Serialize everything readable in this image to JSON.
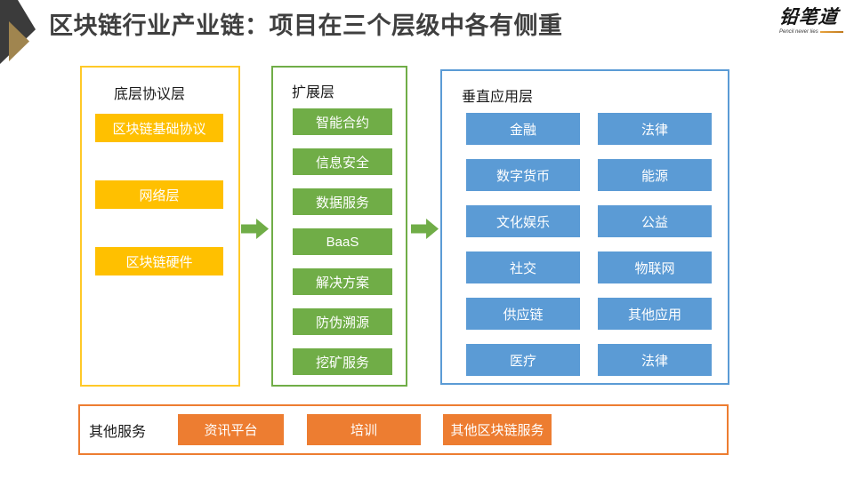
{
  "page": {
    "title": "区块链行业产业链：项目在三个层级中各有侧重"
  },
  "logo": {
    "name": "铅笔道",
    "tagline": "Pencil never lies"
  },
  "colors": {
    "yellow": "#FFC000",
    "green": "#70AD47",
    "blue": "#5B9BD5",
    "orange": "#ED7D31",
    "title_text": "#3F3F3F",
    "gold_decor": "#A0854F",
    "dark_decor": "#3B3B3B"
  },
  "layers": [
    {
      "label": "底层协议层",
      "items": [
        "区块链基础协议",
        "网络层",
        "区块链硬件"
      ]
    },
    {
      "label": "扩展层",
      "items": [
        "智能合约",
        "信息安全",
        "数据服务",
        "BaaS",
        "解决方案",
        "防伪溯源",
        "挖矿服务"
      ]
    },
    {
      "label": "垂直应用层",
      "items_left": [
        "金融",
        "数字货币",
        "文化娱乐",
        "社交",
        "供应链",
        "医疗"
      ],
      "items_right": [
        "法律",
        "能源",
        "公益",
        "物联网",
        "其他应用",
        "法律"
      ]
    }
  ],
  "other_services": {
    "label": "其他服务",
    "items": [
      "资讯平台",
      "培训",
      "其他区块链服务"
    ]
  }
}
